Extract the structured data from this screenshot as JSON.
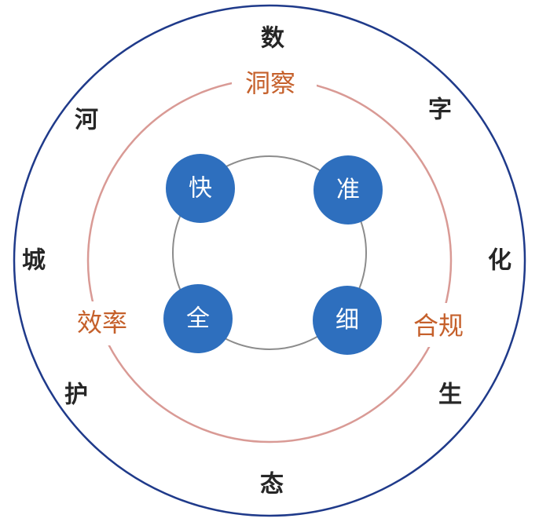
{
  "colors": {
    "outer_ring": "#1f3a8a",
    "middle_ring": "#d99a95",
    "inner_ring": "#8c8c8c",
    "node_fill": "#2e6fbe",
    "outer_text": "#262626",
    "middle_text": "#c5602b",
    "node_text": "#ffffff"
  },
  "outer_ring": {
    "characters": {
      "top": "数",
      "top_right": "字",
      "right": "化",
      "bottom_right": "生",
      "bottom": "态",
      "bottom_left": "护",
      "left": "城",
      "top_left": "河"
    }
  },
  "middle_ring": {
    "labels": {
      "top": "洞察",
      "right": "合规",
      "left": "效率"
    }
  },
  "inner_nodes": {
    "top_left": "快",
    "top_right": "准",
    "bottom_left": "全",
    "bottom_right": "细"
  }
}
